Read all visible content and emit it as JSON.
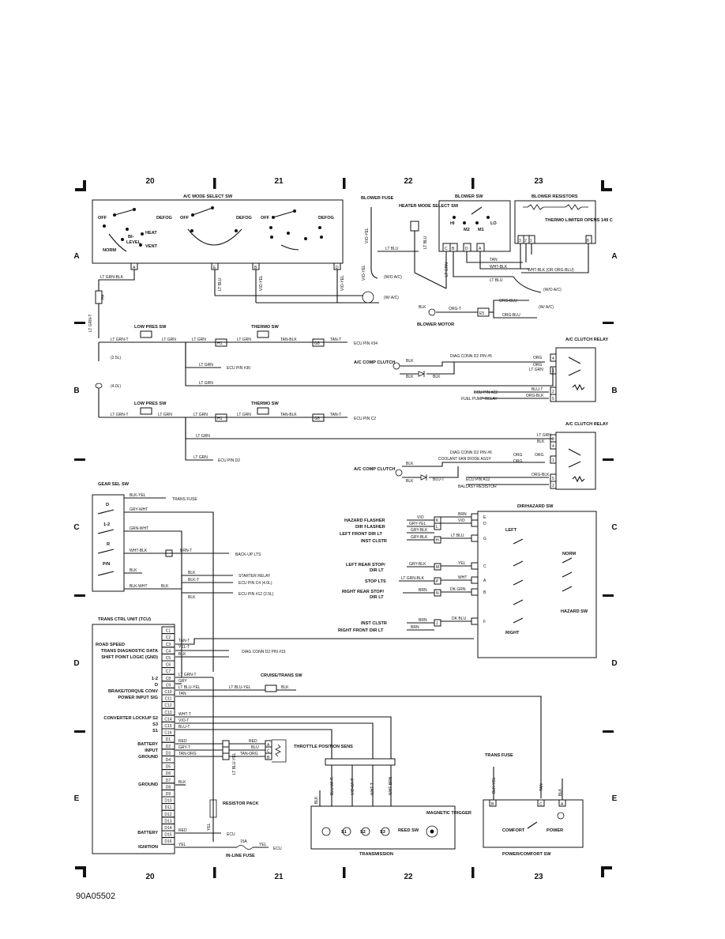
{
  "grid": {
    "columns": [
      "20",
      "21",
      "22",
      "23"
    ],
    "rows": [
      "A",
      "B",
      "C",
      "D",
      "E"
    ]
  },
  "drawing_code": "90A05502",
  "components": {
    "ac_mode_select_sw": {
      "title": "A/C MODE SELECT SW",
      "labels": [
        "OFF",
        "DEFOG",
        "HEAT",
        "BI-",
        "LEVEL",
        "NORM",
        "VENT",
        "OFF",
        "DEFOG",
        "OFF",
        "DEFOG"
      ],
      "pins": [
        "A",
        "E",
        "B",
        "D"
      ]
    },
    "blower_fuse": "BLOWER FUSE",
    "heater_mode_select_sw": "HEATER MODE SELECT SW",
    "blower_sw": {
      "title": "BLOWER SW",
      "labels": [
        "HI",
        "LO",
        "M2",
        "M1"
      ],
      "pins": [
        "C",
        "B",
        "D",
        "A"
      ]
    },
    "blower_resistors": {
      "title": "BLOWER RESISTORS",
      "note": "THERMO LIMITER OPENS 149 C",
      "pins": [
        "3",
        "2",
        "1",
        "8"
      ]
    },
    "blower_motor": "BLOWER MOTOR",
    "low_pres_sw": "LOW PRES SW",
    "thermo_sw": "THERMO SW",
    "ac_clutch_relay": {
      "title": "A/C CLUTCH RELAY",
      "pins_1": [
        "4",
        "1",
        "2",
        "5"
      ],
      "pins_2": [
        "3",
        "4",
        "1",
        "5",
        "2"
      ]
    },
    "ac_comp_clutch": "A/C COMP CLUTCH",
    "coolant_fan_diode": "COOLANT FAN DIODE ASSY",
    "fuel_pump_relay": "FUEL PUMP RELAY",
    "ballast_resistor": "BALLAST RESISTOR",
    "gear_sel_sw": {
      "title": "GEAR SEL SW",
      "labels": [
        "D",
        "1-2",
        "R",
        "P/N"
      ]
    },
    "dir_hazard_sw": {
      "title": "DIR/HAZARD SW",
      "labels": [
        "LEFT",
        "NORM",
        "RIGHT",
        "HAZARD SW"
      ],
      "pins": [
        "E",
        "D",
        "G",
        "C",
        "A",
        "B",
        "F"
      ],
      "left_pins": [
        "K",
        "L",
        "H",
        "M",
        "P",
        "N",
        "J"
      ]
    },
    "tcu": {
      "title": "TRANS CTRL UNIT (TCU)",
      "pins": [
        "C1",
        "C2",
        "C3",
        "C4",
        "C5",
        "C6",
        "C7",
        "C8",
        "C9",
        "C10",
        "C11",
        "C12",
        "C13",
        "C14",
        "C15",
        "C16",
        "D1",
        "D2",
        "D3",
        "D4",
        "D5",
        "D6",
        "D7",
        "D8",
        "D9",
        "D10",
        "D11",
        "D12",
        "D13",
        "D14",
        "D15",
        "D16"
      ]
    },
    "throttle_position_sens": {
      "title": "THROTTLE POSITION SENS",
      "pins": [
        "A",
        "C",
        "B"
      ]
    },
    "cruise_trans_sw": "CRUISE/TRANS SW",
    "resistor_pack": "RESISTOR PACK",
    "in_line_fuse": {
      "title": "IN-LINE FUSE",
      "rating": "15A"
    },
    "transmission": {
      "title": "TRANSMISSION",
      "labels": [
        "S1",
        "S2",
        "S3",
        "REED SW",
        "MAGNETIC TRIGGER"
      ]
    },
    "trans_fuse": "TRANS FUSE",
    "power_comfort_sw": {
      "title": "POWER/COMFORT SW",
      "labels": [
        "COMFORT",
        "POWER"
      ],
      "pins": [
        "B",
        "C",
        "A"
      ]
    }
  },
  "wire_colors": {
    "top": [
      "LT GRN-BLK",
      "LT GRN-T",
      "LT BLU",
      "VIO-YEL",
      "VIO-YEL",
      "VIO-YEL",
      "VIO-YEL",
      "LT BLU",
      "LT BLU",
      "LT GRN",
      "TAN",
      "WHT-BLK",
      "WHT-BLK (OR ORG-BLU)",
      "LT BLU",
      "BLK",
      "ORG-T",
      "ORG-BLU",
      "ORG-BLU"
    ],
    "section_b": [
      "LT GRN-T",
      "LT GRN",
      "LT GRN",
      "LT GRN",
      "TAN-BLK",
      "TAN-T",
      "LT GRN",
      "LT GRN",
      "BLK",
      "BLK",
      "BLK",
      "ORG",
      "ORG",
      "LT GRN",
      "BLU-T",
      "ORG-BLK"
    ],
    "section_b2": [
      "LT GRN-T",
      "LT GRN",
      "LT GRN",
      "LT GRN",
      "TAN-BLK",
      "TAN-T",
      "LT GRN",
      "LT GRN",
      "LT GRN",
      "BLK",
      "ORG",
      "ORG",
      "ORG",
      "BLK",
      "BLK",
      "BLU-T",
      "ORG-BLK"
    ],
    "gear": [
      "BLK-YEL",
      "GRY-WHT",
      "GRN-WHT",
      "WHT-BLK",
      "BRN-T",
      "BLK",
      "BLK",
      "BLK-T",
      "BLK-WHT",
      "BLK",
      "BLK"
    ],
    "hazard_left": [
      "VIO",
      "GRY-YEL",
      "GRY-BLK",
      "GRY-BLK",
      "GRY-BLK",
      "LT GRN-BLK",
      "BRN",
      "BRN",
      "BRN"
    ],
    "hazard_right": [
      "BRN",
      "VIO",
      "LT BLU",
      "YEL",
      "WHT",
      "DK GRN",
      "DK BLU"
    ],
    "tcu": [
      "TAN-T",
      "YEL-T",
      "BLK",
      "LT GRN-T",
      "GRY",
      "LT BLU-YEL",
      "LT BLU-YEL",
      "BLK",
      "TAN",
      "WHT-T",
      "VIO-T",
      "BLU-T",
      "RED",
      "GRY-T",
      "TAN-ORG",
      "RED",
      "BLU",
      "TAN-ORG",
      "BLK",
      "LT BLU-YEL",
      "YEL",
      "RED",
      "YEL",
      "YEL"
    ],
    "trans": [
      "BLK",
      "BLU-WHT",
      "VIO-WHT",
      "WHT-T",
      "WHT-BRN"
    ],
    "power": [
      "BLK-YEL",
      "TAN",
      "BLK"
    ]
  },
  "destinations": {
    "top": [
      "(W/O A/C)",
      "(W/ A/C)",
      "(W/O A/C)",
      "(W/ A/C)",
      "VIO-YEL"
    ],
    "section_b": [
      "(2.5L)",
      "(4.0L)",
      "ECU PIN #34",
      "ECU PIN #30",
      "DIAG CONN D2 PIN #5",
      "ECU PIN #22"
    ],
    "section_b2": [
      "ECU PIN D2",
      "ECU PIN C2",
      "DIAG CONN D2 PIN #6",
      "ECU PIN A12"
    ],
    "gear": [
      "TRANS FUSE",
      "BACK-UP LTS",
      "STARTER RELAY",
      "ECU PIN C4 (4.0L)",
      "ECU PIN #12 (2.5L)"
    ],
    "hazard": [
      "HAZARD FLASHER",
      "DIR FLASHER",
      "LEFT FRONT DIR LT",
      "INST CLSTR",
      "LEFT REAR STOP/",
      "DIR LT",
      "STOP LTS",
      "RIGHT REAR STOP/",
      "DIR LT",
      "INST CLSTR",
      "RIGHT FRONT DIR LT"
    ],
    "tcu_left": [
      "ROAD SPEED",
      "TRANS DIAGNOSTIC DATA",
      "SHIFT POINT LOGIC (GND)",
      "1-2",
      "D",
      "BRAKE/TORQUE CONV",
      "POWER INPUT SIG",
      "CONVERTER LOCKUP S2",
      "S3",
      "S1",
      "BATTERY",
      "INPUT",
      "GROUND",
      "GROUND",
      "BATTERY",
      "IGNITION"
    ],
    "tcu_right": [
      "DIAG CONN D2 PIN #15",
      "ECU",
      "ECU"
    ]
  },
  "connectors": {
    "h4": "H4",
    "h1": "H1",
    "g5": "G5",
    "e5": "E5",
    "h1b": "H1",
    "g5b": "G5"
  }
}
